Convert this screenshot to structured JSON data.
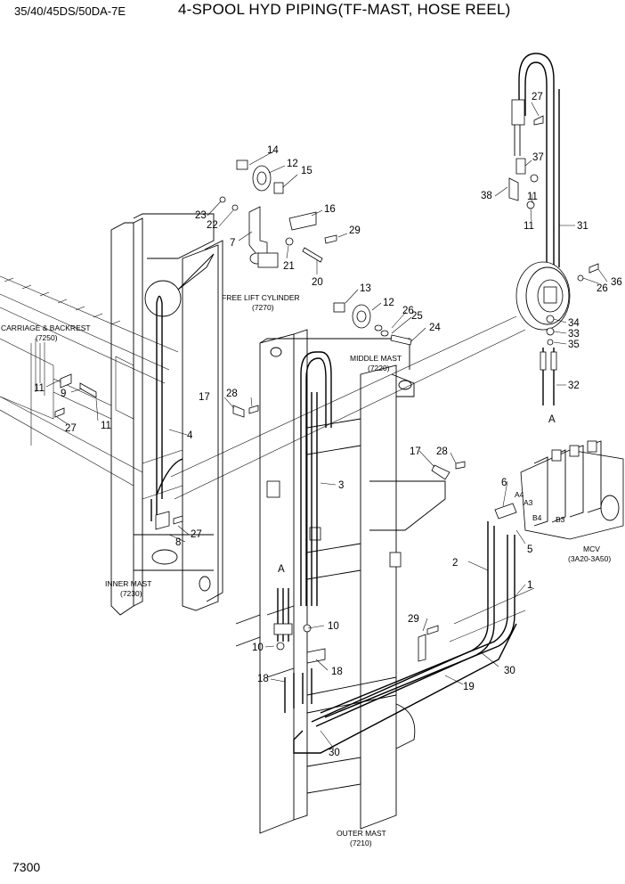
{
  "header": {
    "model": "35/40/45DS/50DA-7E",
    "title": "4-SPOOL HYD PIPING(TF-MAST, HOSE REEL)"
  },
  "page_number": "7300",
  "assemblies": [
    {
      "name": "FREE LIFT CYLINDER",
      "code": "(7270)"
    },
    {
      "name": "CARRIAGE & BACKREST",
      "code": "(7250)"
    },
    {
      "name": "MIDDLE MAST",
      "code": "(7220)"
    },
    {
      "name": "INNER MAST",
      "code": "(7230)"
    },
    {
      "name": "MCV",
      "code": "(3A20-3A50)"
    },
    {
      "name": "OUTER MAST",
      "code": "(7210)"
    }
  ],
  "callouts": [
    "14",
    "12",
    "15",
    "16",
    "23",
    "22",
    "7",
    "29",
    "21",
    "20",
    "13",
    "12",
    "26",
    "25",
    "24",
    "27",
    "37",
    "38",
    "11",
    "11",
    "31",
    "26",
    "36",
    "34",
    "33",
    "35",
    "32",
    "A",
    "11",
    "9",
    "11",
    "27",
    "17",
    "28",
    "4",
    "3",
    "27",
    "8",
    "17",
    "28",
    "6",
    "5",
    "2",
    "1",
    "A",
    "10",
    "10",
    "18",
    "18",
    "29",
    "30",
    "19",
    "30"
  ],
  "valve_ports": [
    "A4",
    "A3",
    "B4",
    "B3"
  ]
}
